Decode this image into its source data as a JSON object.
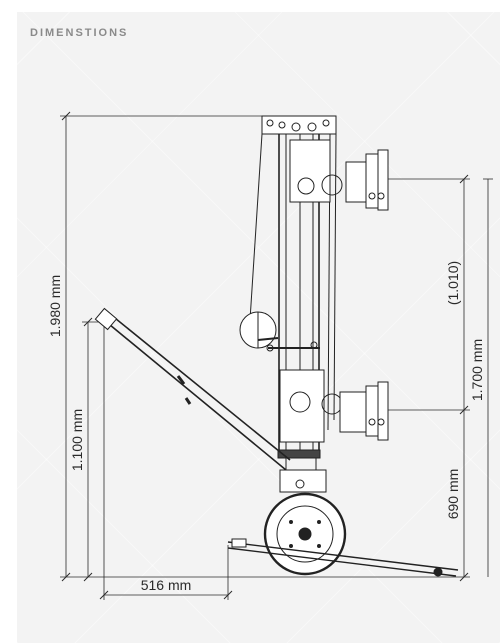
{
  "section": {
    "title": "DIMENSTIONS"
  },
  "dimensions": {
    "total_height": "1.980 mm",
    "arm_height": "1.100 mm",
    "base_width": "516 mm",
    "upper_pad_height": "(1.010)",
    "mid_height": "1.700 mm",
    "lower_pad_height": "690 mm"
  },
  "colors": {
    "panel": "#f3f3f3",
    "line": "#2a2a2a",
    "title": "#8a8a8a"
  }
}
